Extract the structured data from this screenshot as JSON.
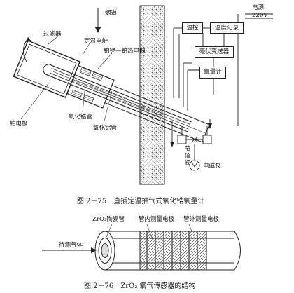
{
  "figure1": {
    "labels": {
      "flue": "烟道",
      "power": "电源",
      "voltage": "220V",
      "filter": "过滤器",
      "furnace": "定温电炉",
      "thermocouple": "铂铑—铂热电偶",
      "platinum_electrode": "铂电极",
      "zirconia_tube": "氧化锆管",
      "alumina_tube": "氧化铝管",
      "throttle": "节流阀",
      "pump": "电磁泵"
    },
    "boxes": {
      "temp_control": "温控",
      "temp_record": "温度记录",
      "mv_converter": "毫伏变送器",
      "oxygen_meter": "氧量计"
    },
    "caption": "图 2－75　直插定温抽气式氧化锆氧量计"
  },
  "figure2": {
    "labels": {
      "ceramic_tube": "ZrO₂陶瓷管",
      "inner_electrode": "管内测量电极",
      "outer_electrode": "管外测量电极",
      "gas": "待测气体"
    },
    "caption": "图 2－76　ZrO₂ 氧气传感器的结构"
  }
}
